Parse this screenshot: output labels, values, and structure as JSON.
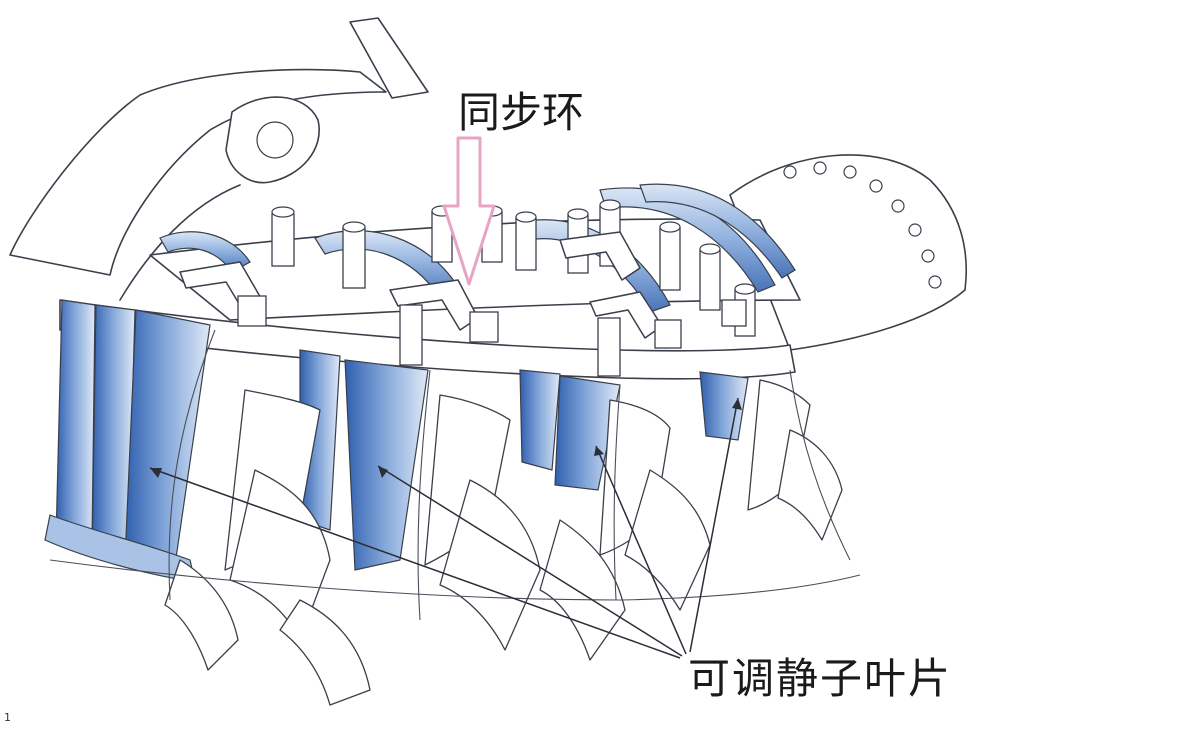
{
  "diagram": {
    "labels": {
      "sync_ring": "同步环",
      "variable_stator_vanes": "可调静子叶片",
      "page_number": "1"
    },
    "colors": {
      "vane_blue": "#5f86c4",
      "vane_blue_light": "#c9d9f0",
      "line": "#3a3f4a",
      "arrow_outline": "#e8a4c4",
      "arrow_fill": "#ffffff"
    }
  }
}
